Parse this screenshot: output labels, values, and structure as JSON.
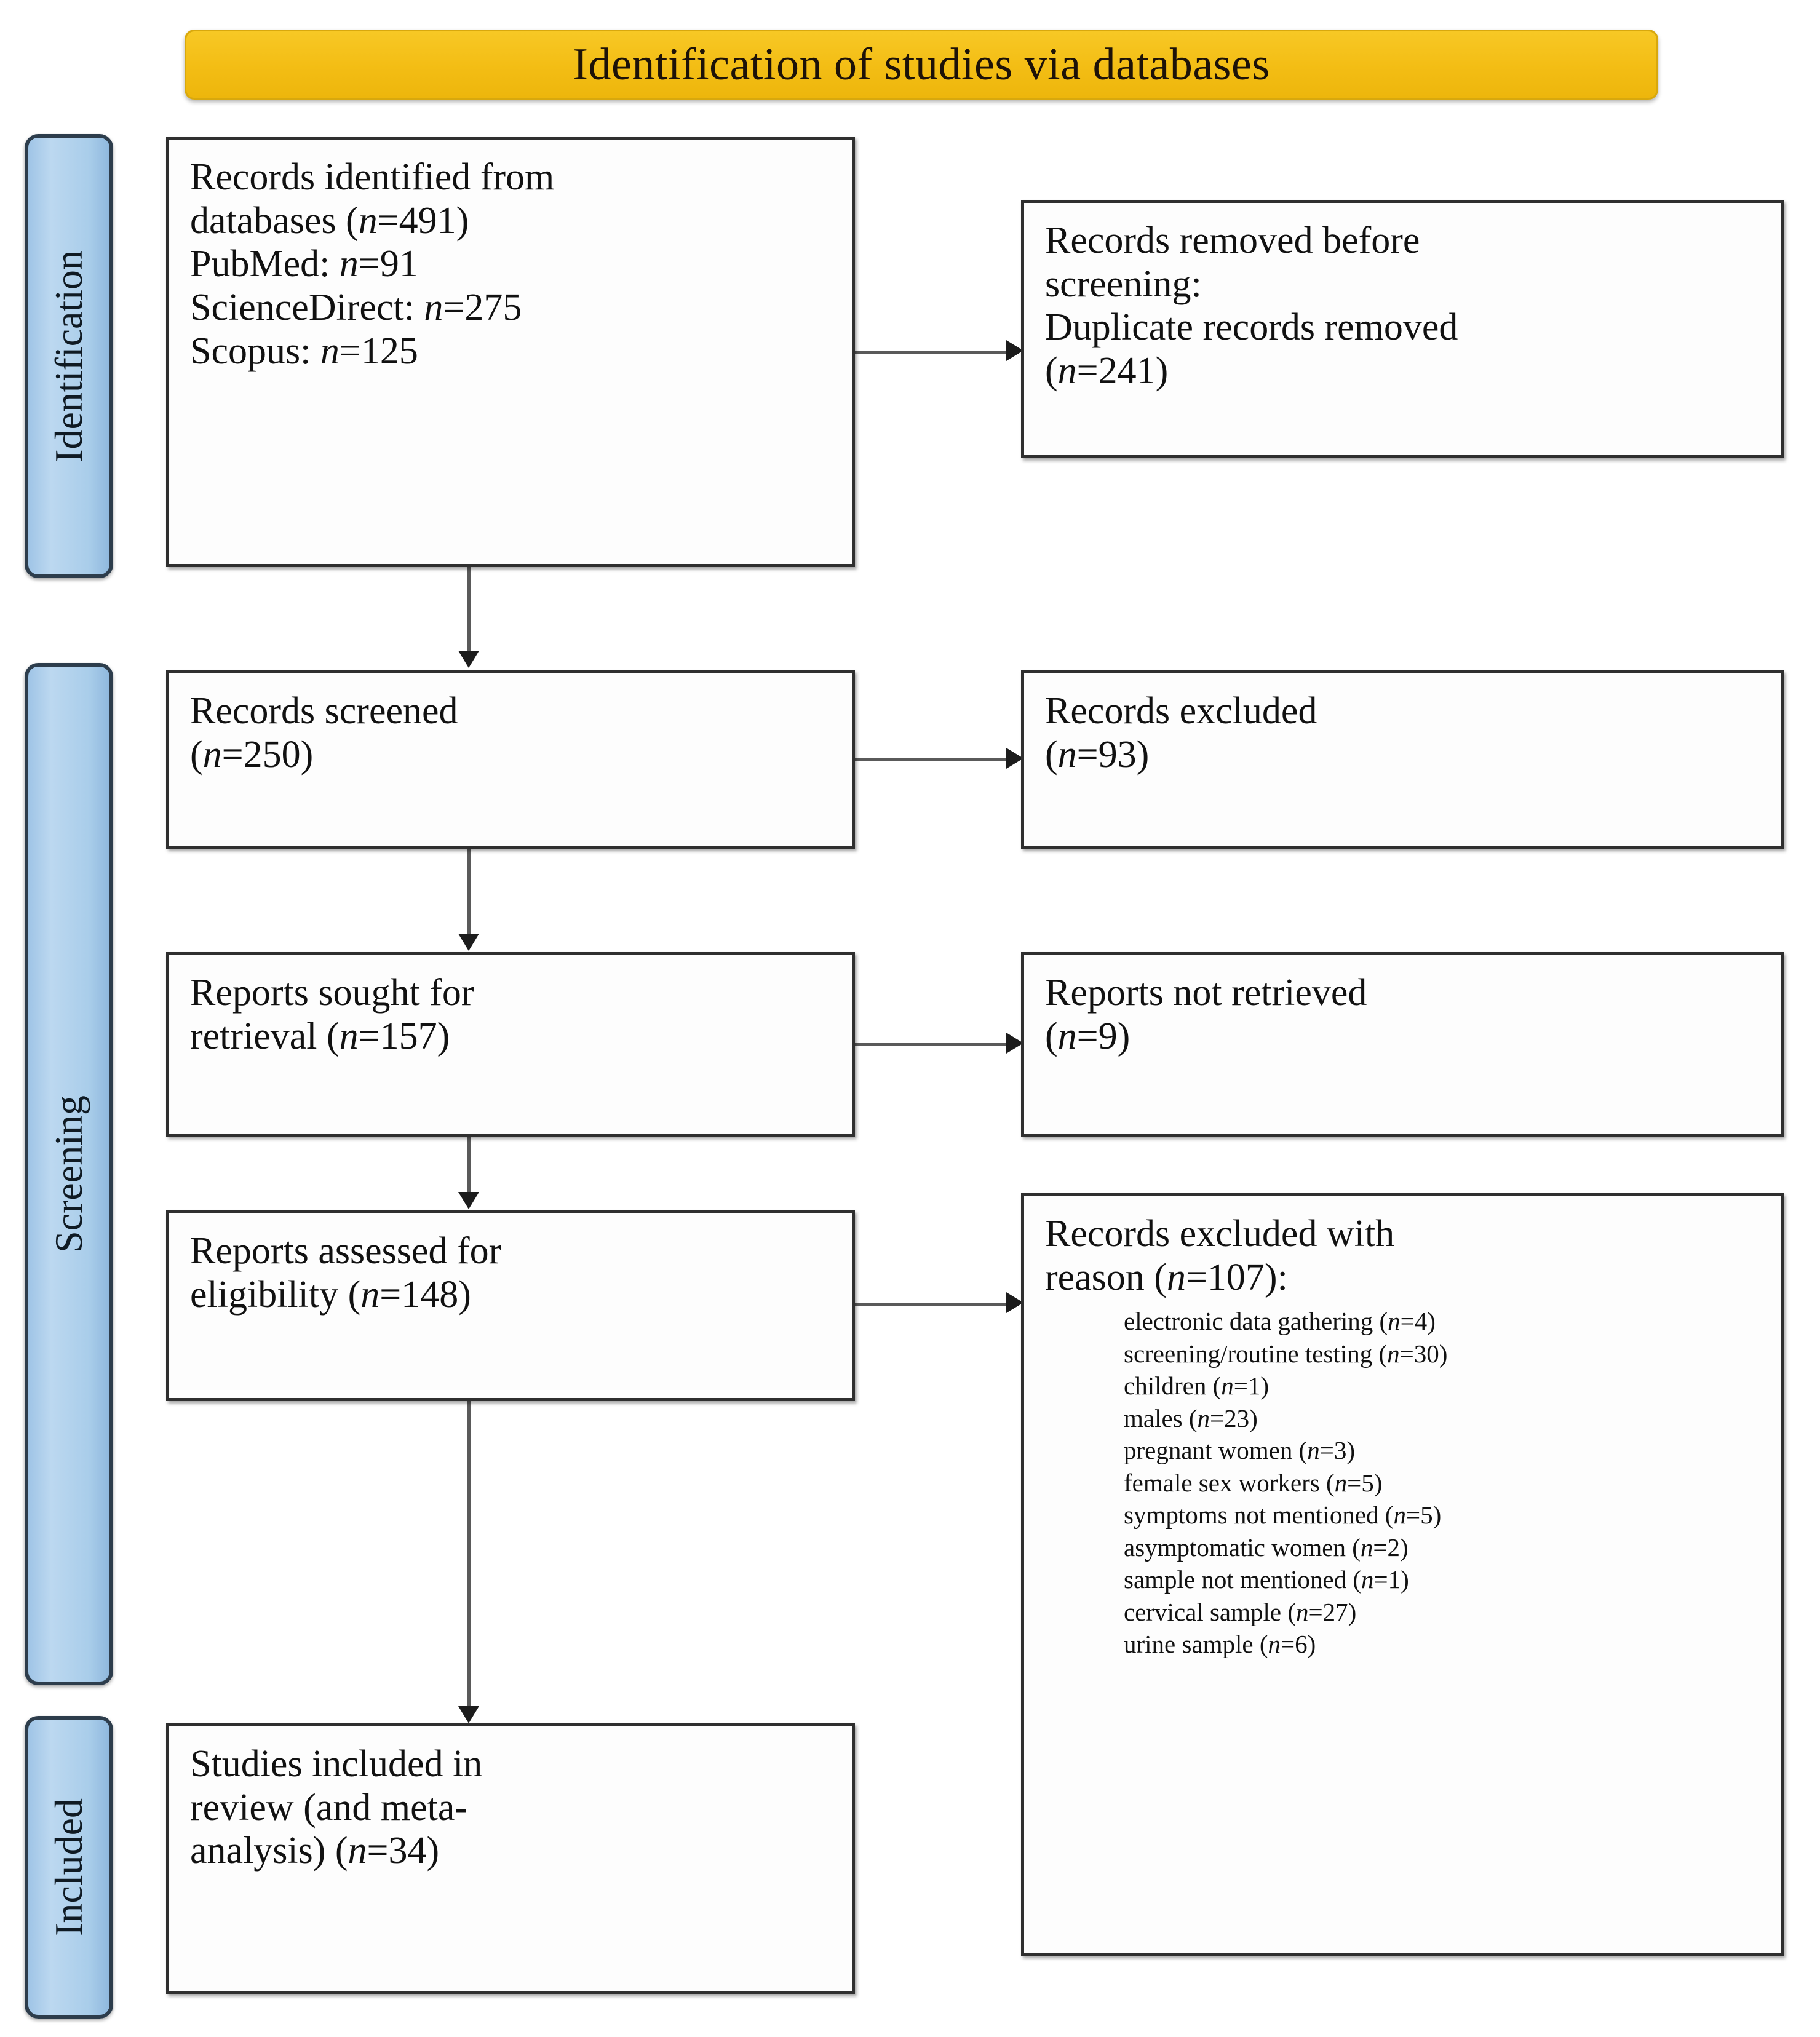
{
  "banner": {
    "title": "Identification of studies via databases",
    "color": "#f3bd14"
  },
  "stages": [
    {
      "key": "identification",
      "label": "Identification"
    },
    {
      "key": "screening",
      "label": "Screening"
    },
    {
      "key": "included",
      "label": "Included"
    }
  ],
  "stage_color": "#a9cdea",
  "boxes": {
    "identified": {
      "text": "Records identified from\ndatabases (n=491)\n     PubMed: n=91\n     ScienceDirect: n=275\n     Scopus: n=125"
    },
    "removed": {
      "text": "Records removed before\nscreening:\n     Duplicate records removed\n(n=241)"
    },
    "screened": {
      "text": "Records screened\n(n=250)"
    },
    "excluded": {
      "text": "Records excluded\n(n=93)"
    },
    "sought": {
      "text": "Reports sought for\nretrieval (n=157)"
    },
    "not_retrieved": {
      "text": "Reports not retrieved\n(n=9)"
    },
    "assessed": {
      "text": "Reports assessed for\neligibility (n=148)"
    },
    "excluded_with_reason": {
      "heading": "Records excluded with\nreason (n=107):",
      "reasons": [
        "electronic  data gathering  (n=4)",
        "screening/routine  testing  (n=30)",
        "children  (n=1)",
        "males (n=23)",
        "pregnant  women  (n=3)",
        "female sex workers  (n=5)",
        "symptoms not mentioned  (n=5)",
        "asymptomatic  women (n=2)",
        "sample not mentioned  (n=1)",
        "cervical  sample (n=27)",
        "urine sample (n=6)"
      ]
    },
    "included": {
      "text": "Studies included in\nreview (and meta-\nanalysis) (n=34)"
    }
  },
  "chart_data": {
    "type": "diagram",
    "title": "Identification of studies via databases",
    "diagram_kind": "PRISMA 2020 flow diagram",
    "stages": [
      "Identification",
      "Screening",
      "Included"
    ],
    "nodes": [
      {
        "id": "identified",
        "stage": "Identification",
        "label": "Records identified from databases",
        "n": 491,
        "sources": [
          {
            "name": "PubMed",
            "n": 91
          },
          {
            "name": "ScienceDirect",
            "n": 275
          },
          {
            "name": "Scopus",
            "n": 125
          }
        ]
      },
      {
        "id": "removed",
        "stage": "Identification",
        "label": "Records removed before screening: Duplicate records removed",
        "n": 241
      },
      {
        "id": "screened",
        "stage": "Screening",
        "label": "Records screened",
        "n": 250
      },
      {
        "id": "excluded",
        "stage": "Screening",
        "label": "Records excluded",
        "n": 93
      },
      {
        "id": "sought",
        "stage": "Screening",
        "label": "Reports sought for retrieval",
        "n": 157
      },
      {
        "id": "not_retrieved",
        "stage": "Screening",
        "label": "Reports not retrieved",
        "n": 9
      },
      {
        "id": "assessed",
        "stage": "Screening",
        "label": "Reports assessed for eligibility",
        "n": 148
      },
      {
        "id": "excluded_with_reason",
        "stage": "Screening",
        "label": "Records excluded with reason",
        "n": 107,
        "reasons": [
          {
            "reason": "electronic data gathering",
            "n": 4
          },
          {
            "reason": "screening/routine testing",
            "n": 30
          },
          {
            "reason": "children",
            "n": 1
          },
          {
            "reason": "males",
            "n": 23
          },
          {
            "reason": "pregnant women",
            "n": 3
          },
          {
            "reason": "female sex workers",
            "n": 5
          },
          {
            "reason": "symptoms not mentioned",
            "n": 5
          },
          {
            "reason": "asymptomatic women",
            "n": 2
          },
          {
            "reason": "sample not mentioned",
            "n": 1
          },
          {
            "reason": "cervical sample",
            "n": 27
          },
          {
            "reason": "urine sample",
            "n": 6
          }
        ]
      },
      {
        "id": "included",
        "stage": "Included",
        "label": "Studies included in review (and meta-analysis)",
        "n": 34
      }
    ],
    "edges": [
      {
        "from": "identified",
        "to": "removed",
        "direction": "right"
      },
      {
        "from": "identified",
        "to": "screened",
        "direction": "down"
      },
      {
        "from": "screened",
        "to": "excluded",
        "direction": "right"
      },
      {
        "from": "screened",
        "to": "sought",
        "direction": "down"
      },
      {
        "from": "sought",
        "to": "not_retrieved",
        "direction": "right"
      },
      {
        "from": "sought",
        "to": "assessed",
        "direction": "down"
      },
      {
        "from": "assessed",
        "to": "excluded_with_reason",
        "direction": "right"
      },
      {
        "from": "assessed",
        "to": "included",
        "direction": "down"
      }
    ]
  }
}
